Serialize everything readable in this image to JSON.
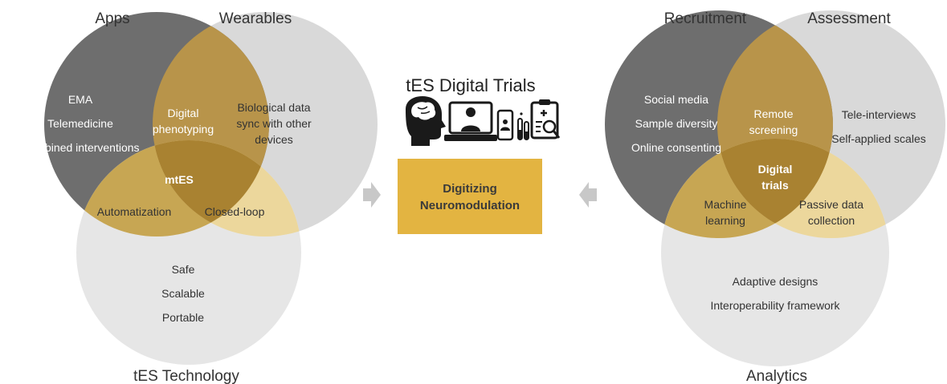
{
  "left_venn": {
    "circle_labels": {
      "top_left": "Apps",
      "top_right": "Wearables",
      "bottom": "tES Technology"
    },
    "apps_only": [
      "EMA",
      "Telemedicine",
      "Combined interventions"
    ],
    "wearables_only": [
      "Biological data",
      "sync with other",
      "devices"
    ],
    "tech_only": [
      "Safe",
      "Scalable",
      "Portable"
    ],
    "apps_wearables": [
      "Digital",
      "phenotyping"
    ],
    "apps_tech": "Automatization",
    "wearables_tech": "Closed-loop",
    "center": "mtES"
  },
  "center": {
    "title": "tES Digital Trials",
    "box_line1": "Digitizing",
    "box_line2": "Neuromodulation",
    "icons": [
      "brain-head-icon",
      "laptop-doctor-icon",
      "phone-icon",
      "test-tubes-icon",
      "clipboard-magnifier-icon"
    ]
  },
  "right_venn": {
    "circle_labels": {
      "top_left": "Recruitment",
      "top_right": "Assessment",
      "bottom": "Analytics"
    },
    "recruitment_only": [
      "Social media",
      "Sample diversity",
      "Online consenting"
    ],
    "assessment_only": [
      "Tele-interviews",
      "Self-applied scales"
    ],
    "analytics_only": [
      "Adaptive designs",
      "Interoperability framework"
    ],
    "recruitment_assessment": [
      "Remote",
      "screening"
    ],
    "recruitment_analytics": [
      "Machine",
      "learning"
    ],
    "assessment_analytics": [
      "Passive data",
      "collection"
    ],
    "center": [
      "Digital",
      "trials"
    ]
  },
  "colors": {
    "dark_gray": "#6e6e6e",
    "light_gray": "#d9d9d9",
    "gold": "#c9a54a",
    "gold_light": "#e9cf86",
    "box_gold": "#e3b441",
    "arrow_gray": "#c8c8c8"
  }
}
